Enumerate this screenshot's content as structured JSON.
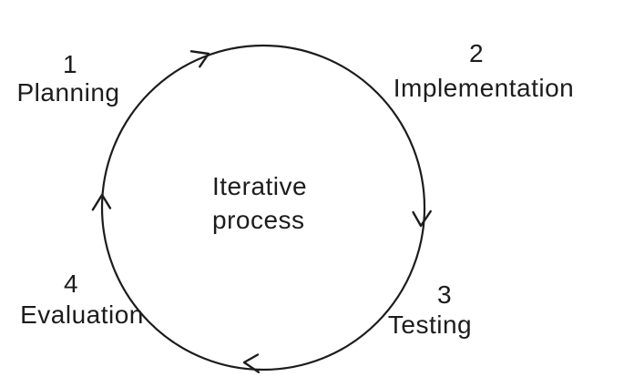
{
  "diagram": {
    "center": {
      "line1": "Iterative",
      "line2": "process"
    },
    "steps": [
      {
        "number": "1",
        "label": "Planning"
      },
      {
        "number": "2",
        "label": "Implementation"
      },
      {
        "number": "3",
        "label": "Testing"
      },
      {
        "number": "4",
        "label": "Evaluation"
      }
    ],
    "flow_direction": "clockwise",
    "colors": {
      "stroke": "#1c1c1c",
      "background": "#ffffff"
    }
  }
}
